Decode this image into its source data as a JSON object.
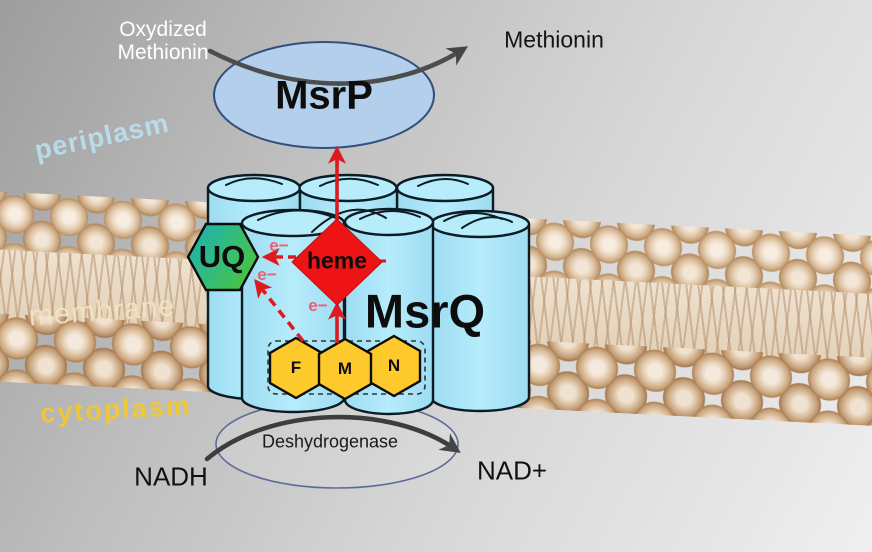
{
  "regions": {
    "periplasm": "periplasm",
    "membrane": "membrane",
    "cytoplasm": "cytoplasm"
  },
  "top_reaction": {
    "substrate_line1": "Oxydized",
    "substrate_line2": "Methionin",
    "product": "Methionin"
  },
  "proteins": {
    "msrp": "MsrP",
    "msrq": "MsrQ",
    "dehydrogenase": "Deshydrogenase"
  },
  "cofactors": {
    "uq": "UQ",
    "heme": "heme",
    "fmn": [
      "F",
      "M",
      "N"
    ]
  },
  "electron_label": "e−",
  "bottom_reaction": {
    "substrate": "NADH",
    "product": "NAD+"
  },
  "colors": {
    "heme_red": "#ee1416",
    "arrow_red": "#dd1a1f",
    "uq_teal": "#1db2b0",
    "uq_green": "#49c438",
    "fmn_yellow": "#fdc92b",
    "cylinder_blue": "#a6e4f7",
    "msrp_blue": "#b3cfec",
    "arrow_gray": "#4d4d4d",
    "periplasm_text": "#bae4f5",
    "membrane_text": "#f2e3c2",
    "cytoplasm_text": "#f5c828"
  }
}
